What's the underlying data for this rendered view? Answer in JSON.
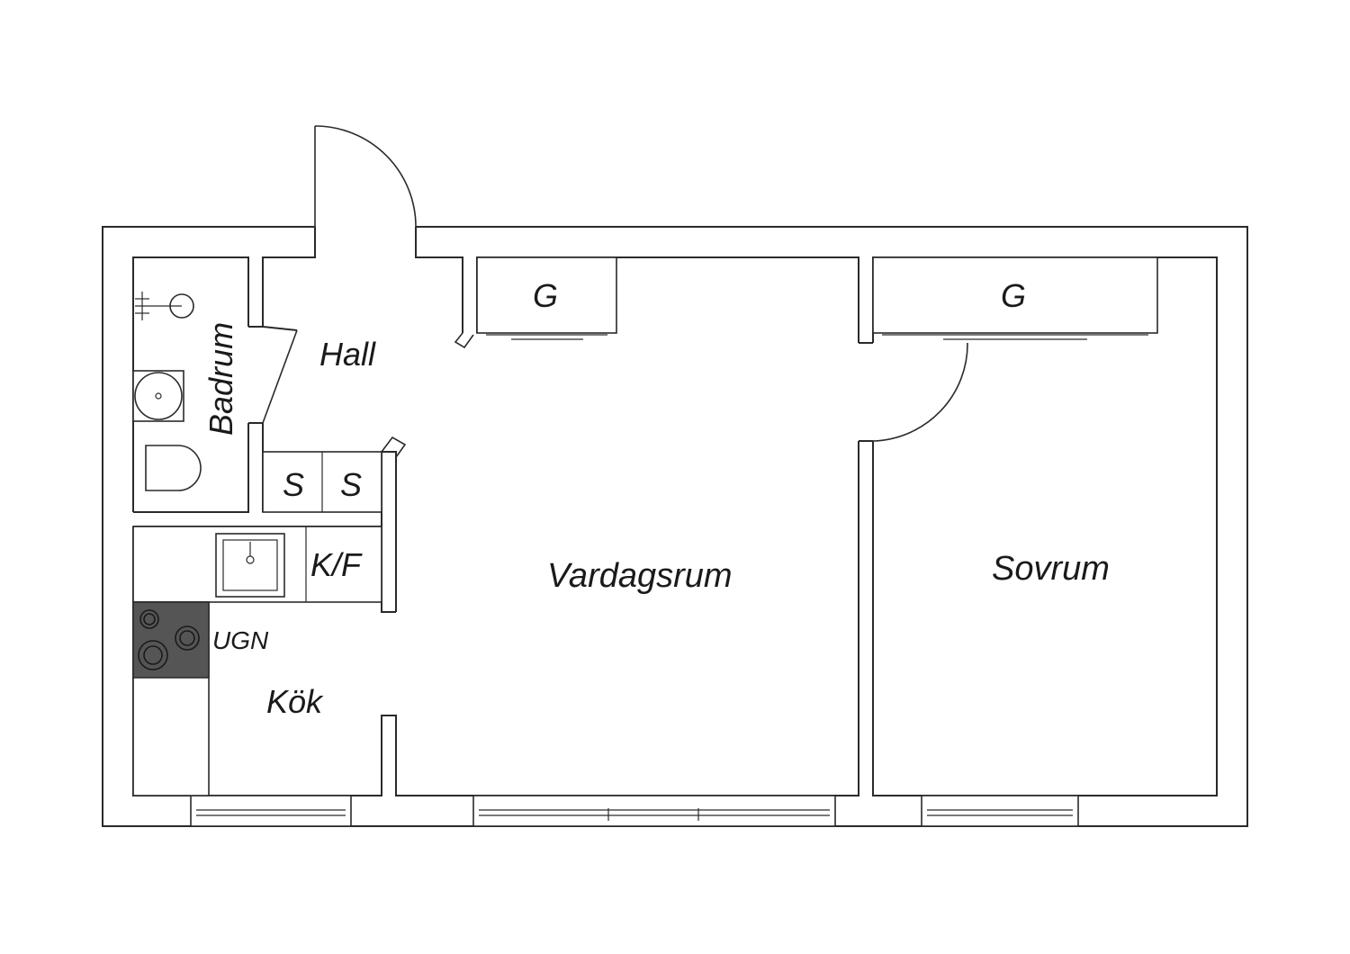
{
  "rooms": {
    "hall": "Hall",
    "badrum": "Badrum",
    "vardagsrum": "Vardagsrum",
    "sovrum": "Sovrum",
    "kok": "Kök"
  },
  "fixtures": {
    "wardrobe_living": "G",
    "wardrobe_bedroom": "G",
    "storage_1": "S",
    "storage_2": "S",
    "fridge_freezer": "K/F",
    "oven": "UGN"
  }
}
